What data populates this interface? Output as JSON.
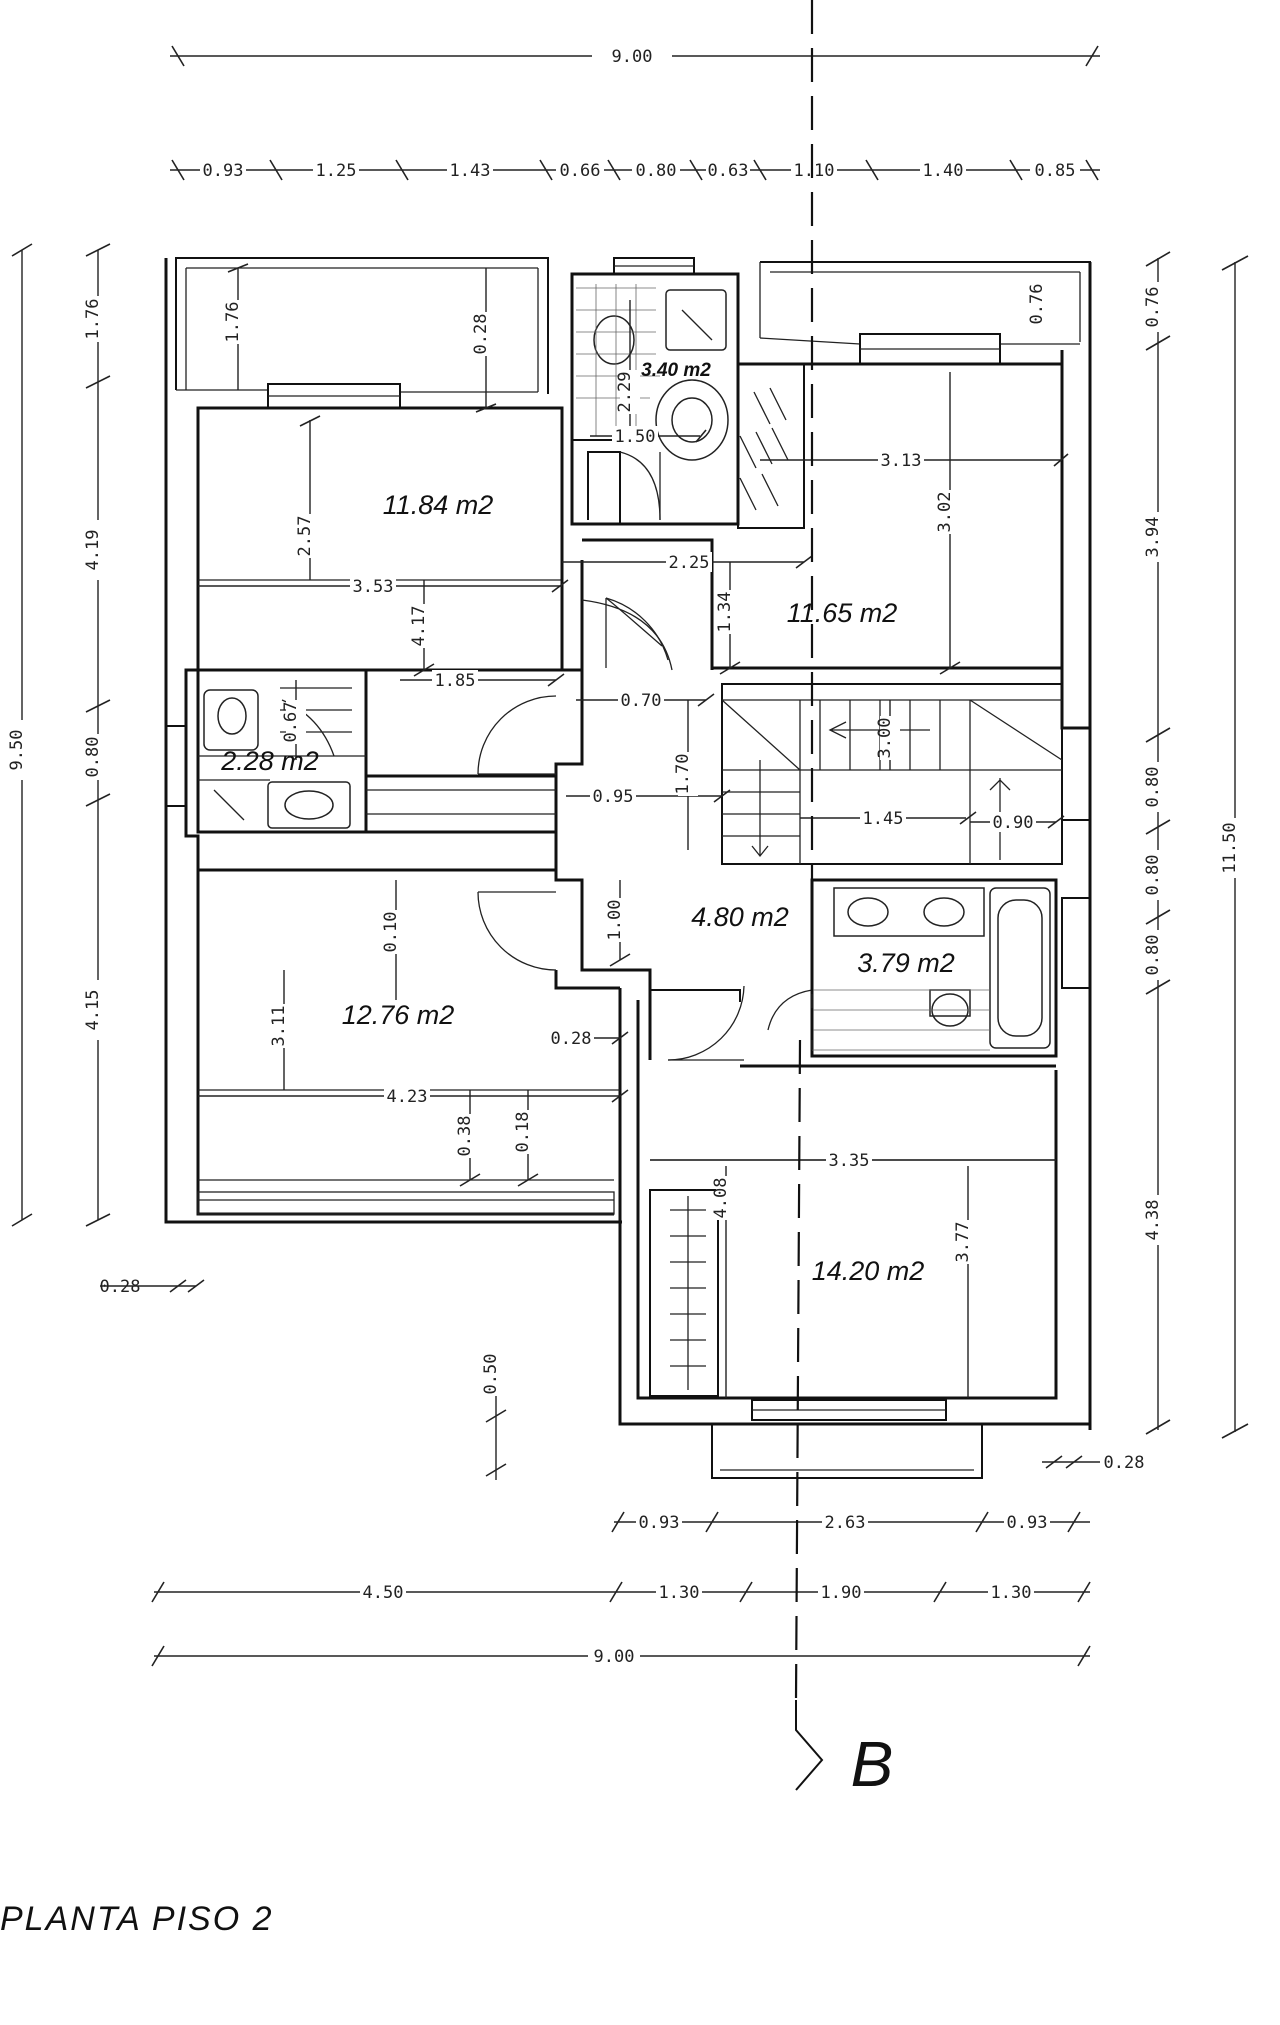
{
  "drawing": {
    "title": "PLANTA  PISO  2",
    "section_label": "B"
  },
  "rooms": {
    "bedroom_nw": "11.84  m2",
    "bedroom_ne": "11.65  m2",
    "bedroom_w": "12.76  m2",
    "bedroom_se": "14.20  m2",
    "hall": "4.80  m2",
    "bath_main": "3.79  m2",
    "bath_small": "2.28  m2",
    "bath_top": "3.40  m2"
  },
  "dims_top": {
    "total": "9.00",
    "chain": [
      "0.93",
      "1.25",
      "1.43",
      "0.66",
      "0.80",
      "0.63",
      "1.10",
      "1.40",
      "0.85"
    ]
  },
  "dims_bottom": {
    "chain1": [
      "0.93",
      "2.63",
      "0.93"
    ],
    "chain2": [
      "4.50",
      "1.30",
      "1.90",
      "1.30"
    ],
    "total": "9.00"
  },
  "dims_left": {
    "total": "9.50",
    "chain": [
      "1.76",
      "4.19",
      "0.80",
      "4.15"
    ]
  },
  "dims_right": {
    "total": "11.50",
    "chain": [
      "0.76",
      "3.94",
      "0.80",
      "0.80",
      "0.80",
      "4.38"
    ]
  },
  "dims_interior": {
    "d_176": "1.76",
    "d_028_top": "0.28",
    "d_257": "2.57",
    "d_353": "3.53",
    "d_417": "4.17",
    "d_185": "1.85",
    "d_229": "2.29",
    "d_150": "1.50",
    "d_313": "3.13",
    "d_302": "3.02",
    "d_076": "0.76",
    "d_225": "2.25",
    "d_134": "1.34",
    "d_070": "0.70",
    "d_067": "0.67",
    "d_170": "1.70",
    "d_095": "0.95",
    "d_300": "3.00",
    "d_145": "1.45",
    "d_090": "0.90",
    "d_100": "1.00",
    "d_010": "0.10",
    "d_311": "3.11",
    "d_028_mid": "0.28",
    "d_423": "4.23",
    "d_038": "0.38",
    "d_018": "0.18",
    "d_028_left": "0.28",
    "d_050": "0.50",
    "d_028_right": "0.28",
    "d_335": "3.35",
    "d_408": "4.08",
    "d_377": "3.77"
  }
}
